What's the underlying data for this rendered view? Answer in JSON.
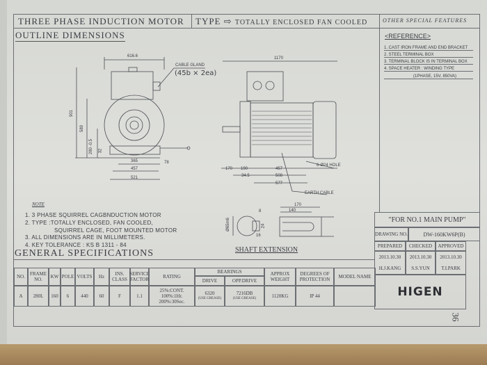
{
  "header": {
    "title": "THREE PHASE INDUCTION MOTOR",
    "type_label": "TYPE",
    "type_arrow": "⇨",
    "type_value": "TOTALLY ENCLOSED FAN COOLED",
    "other_features": "OTHER SPECIAL FEATURES"
  },
  "outline": {
    "heading": "OUTLINE DIMENSIONS",
    "front_view": {
      "width": "616.6",
      "height_total": "901",
      "height_mid": "589",
      "shaft_height": "280 -0.5",
      "foot": "32",
      "d365": "365",
      "d78": "78",
      "d457": "457",
      "d521": "521",
      "cable_gland": "CABLE GLAND",
      "cable_gland_note": "(45b × 2ea)"
    },
    "side_view": {
      "length": "1170",
      "d170": "170",
      "d190": "190",
      "d457": "457",
      "d34_5": "34.5",
      "d508": "508",
      "d577": "577",
      "hole": "6-Ø24 HOLE",
      "earth_cable": "EARTH CABLE"
    }
  },
  "notes": {
    "heading": "NOTE",
    "items": [
      "1. 3 PHASE SQUIRREL CAGBNDUCTION MOTOR",
      "2. TYPE :TOTALLY ENCLOSED, FAN COOLED,",
      "SQUIRREL CAGE, FOOT MOUNTED MOTOR",
      "3. ALL DIMENSIONS ARE IN MILLIMETERS.",
      "4. KEY TOLERANCE : KS B 1311 - 84"
    ]
  },
  "shaft": {
    "heading": "SHAFT EXTENSION",
    "d_key": "8",
    "d_dia": "Ø65m6",
    "d24": "24",
    "d16": "16",
    "d170": "170",
    "d140": "140"
  },
  "specs": {
    "heading": "GENERAL SPECIFICATIONS",
    "headers": {
      "no": "NO.",
      "frame": "FRAME NO.",
      "kw": "KW",
      "pole": "POLE",
      "volts": "VOLTS",
      "hz": "Hz",
      "ins": "INS. CLASS",
      "service": "SERVICE FACTOR",
      "rating": "RATING",
      "bearings": "BEARINGS",
      "drive": "DRIVE",
      "opp": "OPP.DRIVE",
      "weight": "APPROX WEIGHT",
      "protection": "DEGREES OF PROTECTION",
      "model": "MODEL NAME"
    },
    "row": {
      "no": "A",
      "frame": "280L",
      "kw": "160",
      "pole": "6",
      "volts": "440",
      "hz": "60",
      "ins": "F",
      "service": "1.1",
      "rating": "25%:CONT. 100%:1Hr. 200%:30Sec.",
      "drive": "6320",
      "drive_note": "(USE GREASE)",
      "opp": "7216DB",
      "opp_note": "(USE GREASE)",
      "weight": "1120KG",
      "protection": "IP 44",
      "model": ""
    }
  },
  "reference": {
    "heading": "<REFERENCE>",
    "items": [
      "1. CAST IRON FRAME AND END BRACKET",
      "2. STEEL TERMINAL BOX",
      "3. TERMINAL BLOCK IS IN TERMINAL BOX",
      "4. SPACE HEATER : WINDING TYPE",
      "(1PHASE, 15V, 850VA)"
    ]
  },
  "title_block": {
    "purpose": "\"FOR NO.1 MAIN PUMP\"",
    "drawing_no_label": "DRAWING NO.",
    "drawing_no": "DW-160KW6P(B)",
    "prepared_label": "PREPARED",
    "checked_label": "CHECKED",
    "approved_label": "APPROVED",
    "prepared_date": "2013.10.30",
    "checked_date": "2013.10.30",
    "approved_date": "2013.10.30",
    "prepared_by": "H.J.KANG",
    "checked_by": "S.S.YUN",
    "approved_by": "T.I.PARK",
    "logo": "HIGEN"
  },
  "page_number": "36"
}
